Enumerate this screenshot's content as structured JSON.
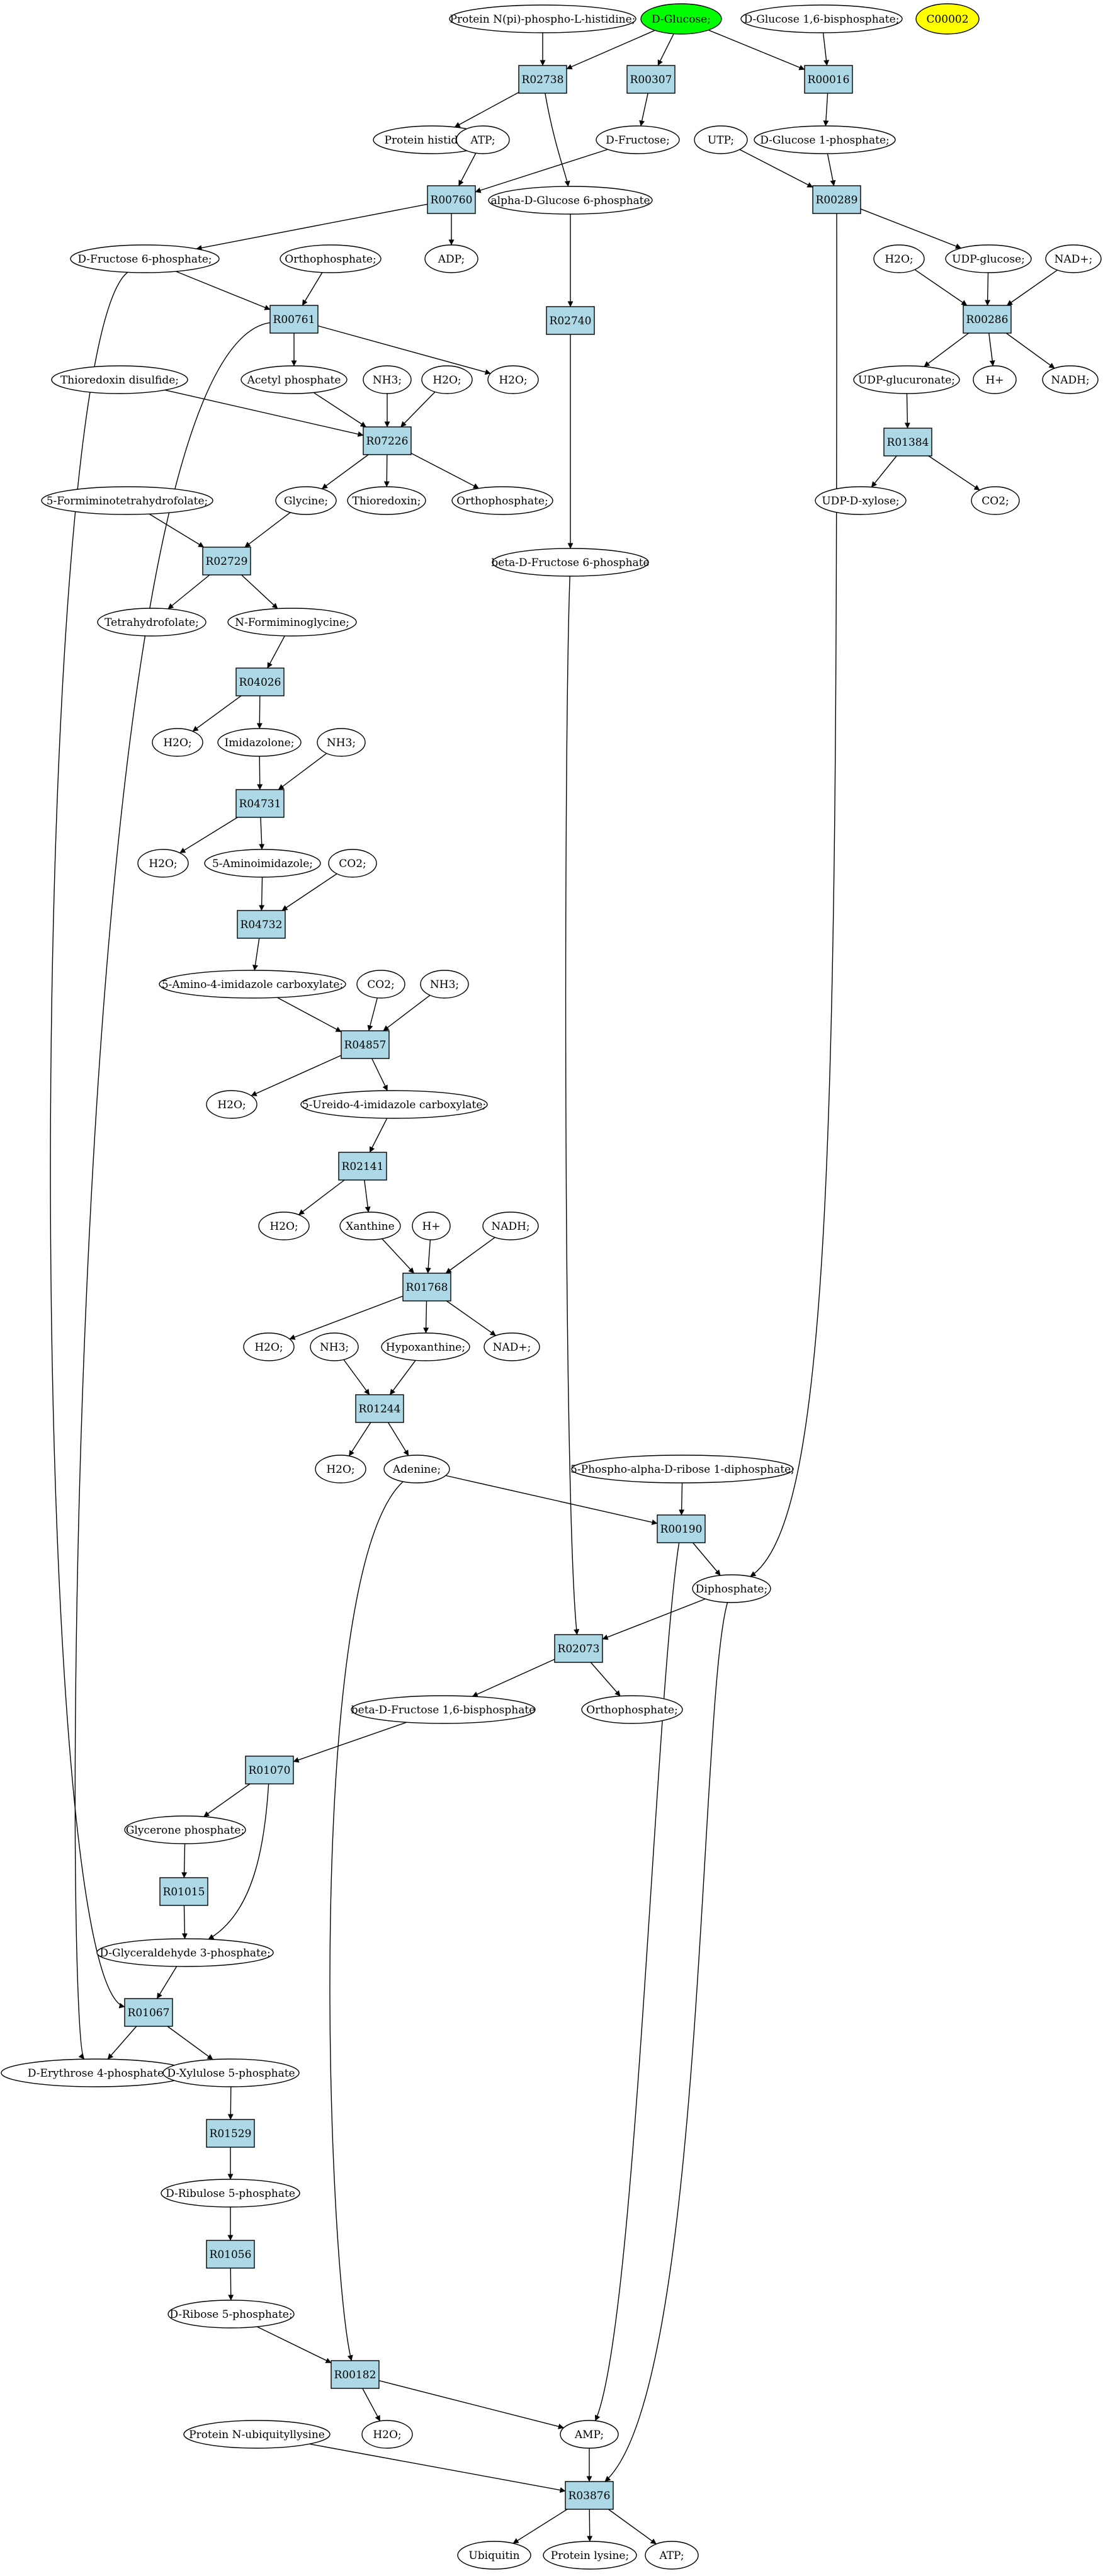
{
  "colors": {
    "reaction_fill": "#add8e6",
    "start_metabolite_fill": "#00ff00",
    "orphan_metabolite_fill": "#ffff00",
    "metabolite_fill": "#ffffff",
    "stroke": "#000000"
  },
  "metabolites": [
    {
      "id": "m_pnphis",
      "label": "Protein N(pi)-phospho-L-histidine;"
    },
    {
      "id": "m_glc",
      "label": "D-Glucose;",
      "highlight": "start"
    },
    {
      "id": "m_g16bp",
      "label": "D-Glucose 1,6-bisphosphate;"
    },
    {
      "id": "m_c00002",
      "label": "C00002",
      "highlight": "orphan"
    },
    {
      "id": "m_phis",
      "label": "Protein histidine;"
    },
    {
      "id": "m_atp1",
      "label": "ATP;"
    },
    {
      "id": "m_fru",
      "label": "D-Fructose;"
    },
    {
      "id": "m_utp",
      "label": "UTP;"
    },
    {
      "id": "m_g1p",
      "label": "D-Glucose 1-phosphate;"
    },
    {
      "id": "m_ag6p",
      "label": "alpha-D-Glucose 6-phosphate"
    },
    {
      "id": "m_adp",
      "label": "ADP;"
    },
    {
      "id": "m_f6p",
      "label": "D-Fructose 6-phosphate;"
    },
    {
      "id": "m_pi1",
      "label": "Orthophosphate;"
    },
    {
      "id": "m_h2o_a",
      "label": "H2O;"
    },
    {
      "id": "m_udpg",
      "label": "UDP-glucose;"
    },
    {
      "id": "m_nad1",
      "label": "NAD+;"
    },
    {
      "id": "m_trxss",
      "label": "Thioredoxin disulfide;"
    },
    {
      "id": "m_acp",
      "label": "Acetyl phosphate"
    },
    {
      "id": "m_nh3a",
      "label": "NH3;"
    },
    {
      "id": "m_h2o_b",
      "label": "H2O;"
    },
    {
      "id": "m_h2o_c",
      "label": "H2O;"
    },
    {
      "id": "m_udpglca",
      "label": "UDP-glucuronate;"
    },
    {
      "id": "m_hplus1",
      "label": "H+"
    },
    {
      "id": "m_nadh1",
      "label": "NADH;"
    },
    {
      "id": "m_5fthf",
      "label": "5-Formiminotetrahydrofolate;"
    },
    {
      "id": "m_gly",
      "label": "Glycine;"
    },
    {
      "id": "m_trx",
      "label": "Thioredoxin;"
    },
    {
      "id": "m_pi2",
      "label": "Orthophosphate;"
    },
    {
      "id": "m_udpxyl",
      "label": "UDP-D-xylose;"
    },
    {
      "id": "m_co2a",
      "label": "CO2;"
    },
    {
      "id": "m_bf6p",
      "label": "beta-D-Fructose 6-phosphate"
    },
    {
      "id": "m_thf",
      "label": "Tetrahydrofolate;"
    },
    {
      "id": "m_nfgly",
      "label": "N-Formiminoglycine;"
    },
    {
      "id": "m_h2o_d",
      "label": "H2O;"
    },
    {
      "id": "m_imidazolone",
      "label": "Imidazolone;"
    },
    {
      "id": "m_nh3b",
      "label": "NH3;"
    },
    {
      "id": "m_h2o_e",
      "label": "H2O;"
    },
    {
      "id": "m_5ai",
      "label": "5-Aminoimidazole;"
    },
    {
      "id": "m_co2b",
      "label": "CO2;"
    },
    {
      "id": "m_5a4ic",
      "label": "5-Amino-4-imidazole carboxylate;"
    },
    {
      "id": "m_co2c",
      "label": "CO2;"
    },
    {
      "id": "m_nh3c",
      "label": "NH3;"
    },
    {
      "id": "m_h2o_f",
      "label": "H2O;"
    },
    {
      "id": "m_5u4ic",
      "label": "5-Ureido-4-imidazole carboxylate;"
    },
    {
      "id": "m_h2o_g",
      "label": "H2O;"
    },
    {
      "id": "m_xan",
      "label": "Xanthine"
    },
    {
      "id": "m_hplus2",
      "label": "H+"
    },
    {
      "id": "m_nadh2",
      "label": "NADH;"
    },
    {
      "id": "m_h2o_h",
      "label": "H2O;"
    },
    {
      "id": "m_nh3d",
      "label": "NH3;"
    },
    {
      "id": "m_hyp",
      "label": "Hypoxanthine;"
    },
    {
      "id": "m_nad2",
      "label": "NAD+;"
    },
    {
      "id": "m_h2o_i",
      "label": "H2O;"
    },
    {
      "id": "m_ade",
      "label": "Adenine;"
    },
    {
      "id": "m_prpp",
      "label": "5-Phospho-alpha-D-ribose 1-diphosphate;"
    },
    {
      "id": "m_ppi",
      "label": "Diphosphate;"
    },
    {
      "id": "m_fbp",
      "label": "beta-D-Fructose 1,6-bisphosphate"
    },
    {
      "id": "m_pi3",
      "label": "Orthophosphate;"
    },
    {
      "id": "m_dhap",
      "label": "Glycerone phosphate;"
    },
    {
      "id": "m_gap",
      "label": "D-Glyceraldehyde 3-phosphate;"
    },
    {
      "id": "m_e4p",
      "label": "D-Erythrose 4-phosphate"
    },
    {
      "id": "m_xu5p",
      "label": "D-Xylulose 5-phosphate"
    },
    {
      "id": "m_ru5p",
      "label": "D-Ribulose 5-phosphate"
    },
    {
      "id": "m_r5p",
      "label": "D-Ribose 5-phosphate;"
    },
    {
      "id": "m_pubk",
      "label": "Protein N-ubiquityllysine"
    },
    {
      "id": "m_h2o_j",
      "label": "H2O;"
    },
    {
      "id": "m_amp",
      "label": "AMP;"
    },
    {
      "id": "m_ubq",
      "label": "Ubiquitin"
    },
    {
      "id": "m_plys",
      "label": "Protein lysine;"
    },
    {
      "id": "m_atp2",
      "label": "ATP;"
    }
  ],
  "reactions": [
    {
      "id": "r_R02738",
      "label": "R02738"
    },
    {
      "id": "r_R00307",
      "label": "R00307"
    },
    {
      "id": "r_R00016",
      "label": "R00016"
    },
    {
      "id": "r_R00760",
      "label": "R00760"
    },
    {
      "id": "r_R00289",
      "label": "R00289"
    },
    {
      "id": "r_R02740",
      "label": "R02740"
    },
    {
      "id": "r_R00761",
      "label": "R00761"
    },
    {
      "id": "r_R00286",
      "label": "R00286"
    },
    {
      "id": "r_R07226",
      "label": "R07226"
    },
    {
      "id": "r_R01384",
      "label": "R01384"
    },
    {
      "id": "r_R02729",
      "label": "R02729"
    },
    {
      "id": "r_R04026",
      "label": "R04026"
    },
    {
      "id": "r_R04731",
      "label": "R04731"
    },
    {
      "id": "r_R04732",
      "label": "R04732"
    },
    {
      "id": "r_R04857",
      "label": "R04857"
    },
    {
      "id": "r_R02141",
      "label": "R02141"
    },
    {
      "id": "r_R01768",
      "label": "R01768"
    },
    {
      "id": "r_R01244",
      "label": "R01244"
    },
    {
      "id": "r_R00190",
      "label": "R00190"
    },
    {
      "id": "r_R02073",
      "label": "R02073"
    },
    {
      "id": "r_R01070",
      "label": "R01070"
    },
    {
      "id": "r_R01015",
      "label": "R01015"
    },
    {
      "id": "r_R01067",
      "label": "R01067"
    },
    {
      "id": "r_R01529",
      "label": "R01529"
    },
    {
      "id": "r_R01056",
      "label": "R01056"
    },
    {
      "id": "r_R00182",
      "label": "R00182"
    },
    {
      "id": "r_R03876",
      "label": "R03876"
    }
  ],
  "edges": [
    {
      "from": "m_pnphis",
      "to": "r_R02738"
    },
    {
      "from": "m_glc",
      "to": "r_R02738"
    },
    {
      "from": "m_glc",
      "to": "r_R00307"
    },
    {
      "from": "m_glc",
      "to": "r_R00016"
    },
    {
      "from": "m_g16bp",
      "to": "r_R00016"
    },
    {
      "from": "r_R02738",
      "to": "m_phis"
    },
    {
      "from": "r_R02738",
      "to": "m_ag6p"
    },
    {
      "from": "r_R00307",
      "to": "m_fru"
    },
    {
      "from": "r_R00016",
      "to": "m_g1p"
    },
    {
      "from": "m_atp1",
      "to": "r_R00760"
    },
    {
      "from": "m_fru",
      "to": "r_R00760"
    },
    {
      "from": "m_utp",
      "to": "r_R00289"
    },
    {
      "from": "m_g1p",
      "to": "r_R00289"
    },
    {
      "from": "r_R00760",
      "to": "m_f6p"
    },
    {
      "from": "r_R00760",
      "to": "m_adp"
    },
    {
      "from": "m_ag6p",
      "to": "r_R02740"
    },
    {
      "from": "r_R00289",
      "to": "m_udpg"
    },
    {
      "from": "r_R00289",
      "to": "m_ppi"
    },
    {
      "from": "m_f6p",
      "to": "r_R00761"
    },
    {
      "from": "m_pi1",
      "to": "r_R00761"
    },
    {
      "from": "m_f6p",
      "to": "r_R01067"
    },
    {
      "from": "m_h2o_a",
      "to": "r_R00286"
    },
    {
      "from": "m_udpg",
      "to": "r_R00286"
    },
    {
      "from": "m_nad1",
      "to": "r_R00286"
    },
    {
      "from": "r_R00761",
      "to": "m_acp"
    },
    {
      "from": "r_R00761",
      "to": "m_h2o_c"
    },
    {
      "from": "r_R00761",
      "to": "m_e4p"
    },
    {
      "from": "m_trxss",
      "to": "r_R07226"
    },
    {
      "from": "m_acp",
      "to": "r_R07226"
    },
    {
      "from": "m_nh3a",
      "to": "r_R07226"
    },
    {
      "from": "m_h2o_b",
      "to": "r_R07226"
    },
    {
      "from": "r_R00286",
      "to": "m_udpglca"
    },
    {
      "from": "r_R00286",
      "to": "m_hplus1"
    },
    {
      "from": "r_R00286",
      "to": "m_nadh1"
    },
    {
      "from": "r_R07226",
      "to": "m_gly"
    },
    {
      "from": "r_R07226",
      "to": "m_trx"
    },
    {
      "from": "r_R07226",
      "to": "m_pi2"
    },
    {
      "from": "m_udpglca",
      "to": "r_R01384"
    },
    {
      "from": "r_R01384",
      "to": "m_udpxyl"
    },
    {
      "from": "r_R01384",
      "to": "m_co2a"
    },
    {
      "from": "r_R02740",
      "to": "m_bf6p"
    },
    {
      "from": "m_5fthf",
      "to": "r_R02729"
    },
    {
      "from": "m_gly",
      "to": "r_R02729"
    },
    {
      "from": "r_R02729",
      "to": "m_thf"
    },
    {
      "from": "r_R02729",
      "to": "m_nfgly"
    },
    {
      "from": "m_nfgly",
      "to": "r_R04026"
    },
    {
      "from": "r_R04026",
      "to": "m_h2o_d"
    },
    {
      "from": "r_R04026",
      "to": "m_imidazolone"
    },
    {
      "from": "m_imidazolone",
      "to": "r_R04731"
    },
    {
      "from": "m_nh3b",
      "to": "r_R04731"
    },
    {
      "from": "r_R04731",
      "to": "m_h2o_e"
    },
    {
      "from": "r_R04731",
      "to": "m_5ai"
    },
    {
      "from": "m_5ai",
      "to": "r_R04732"
    },
    {
      "from": "m_co2b",
      "to": "r_R04732"
    },
    {
      "from": "r_R04732",
      "to": "m_5a4ic"
    },
    {
      "from": "m_5a4ic",
      "to": "r_R04857"
    },
    {
      "from": "m_co2c",
      "to": "r_R04857"
    },
    {
      "from": "m_nh3c",
      "to": "r_R04857"
    },
    {
      "from": "r_R04857",
      "to": "m_h2o_f"
    },
    {
      "from": "r_R04857",
      "to": "m_5u4ic"
    },
    {
      "from": "m_5u4ic",
      "to": "r_R02141"
    },
    {
      "from": "r_R02141",
      "to": "m_h2o_g"
    },
    {
      "from": "r_R02141",
      "to": "m_xan"
    },
    {
      "from": "m_xan",
      "to": "r_R01768"
    },
    {
      "from": "m_hplus2",
      "to": "r_R01768"
    },
    {
      "from": "m_nadh2",
      "to": "r_R01768"
    },
    {
      "from": "r_R01768",
      "to": "m_h2o_h"
    },
    {
      "from": "r_R01768",
      "to": "m_hyp"
    },
    {
      "from": "r_R01768",
      "to": "m_nad2"
    },
    {
      "from": "m_nh3d",
      "to": "r_R01244"
    },
    {
      "from": "m_hyp",
      "to": "r_R01244"
    },
    {
      "from": "r_R01244",
      "to": "m_h2o_i"
    },
    {
      "from": "r_R01244",
      "to": "m_ade"
    },
    {
      "from": "m_ade",
      "to": "r_R00190"
    },
    {
      "from": "m_prpp",
      "to": "r_R00190"
    },
    {
      "from": "m_ade",
      "to": "r_R00182"
    },
    {
      "from": "r_R00190",
      "to": "m_ppi"
    },
    {
      "from": "r_R00190",
      "to": "m_amp"
    },
    {
      "from": "m_bf6p",
      "to": "r_R02073"
    },
    {
      "from": "m_ppi",
      "to": "r_R02073"
    },
    {
      "from": "m_ppi",
      "to": "r_R03876"
    },
    {
      "from": "r_R02073",
      "to": "m_fbp"
    },
    {
      "from": "r_R02073",
      "to": "m_pi3"
    },
    {
      "from": "m_fbp",
      "to": "r_R01070"
    },
    {
      "from": "r_R01070",
      "to": "m_dhap"
    },
    {
      "from": "r_R01070",
      "to": "m_gap"
    },
    {
      "from": "m_dhap",
      "to": "r_R01015"
    },
    {
      "from": "r_R01015",
      "to": "m_gap"
    },
    {
      "from": "m_gap",
      "to": "r_R01067"
    },
    {
      "from": "r_R01067",
      "to": "m_e4p"
    },
    {
      "from": "r_R01067",
      "to": "m_xu5p"
    },
    {
      "from": "m_xu5p",
      "to": "r_R01529"
    },
    {
      "from": "r_R01529",
      "to": "m_ru5p"
    },
    {
      "from": "m_ru5p",
      "to": "r_R01056"
    },
    {
      "from": "r_R01056",
      "to": "m_r5p"
    },
    {
      "from": "m_r5p",
      "to": "r_R00182"
    },
    {
      "from": "r_R00182",
      "to": "m_h2o_j"
    },
    {
      "from": "r_R00182",
      "to": "m_amp"
    },
    {
      "from": "m_pubk",
      "to": "r_R03876"
    },
    {
      "from": "m_amp",
      "to": "r_R03876"
    },
    {
      "from": "r_R03876",
      "to": "m_ubq"
    },
    {
      "from": "r_R03876",
      "to": "m_plys"
    },
    {
      "from": "r_R03876",
      "to": "m_atp2"
    }
  ]
}
